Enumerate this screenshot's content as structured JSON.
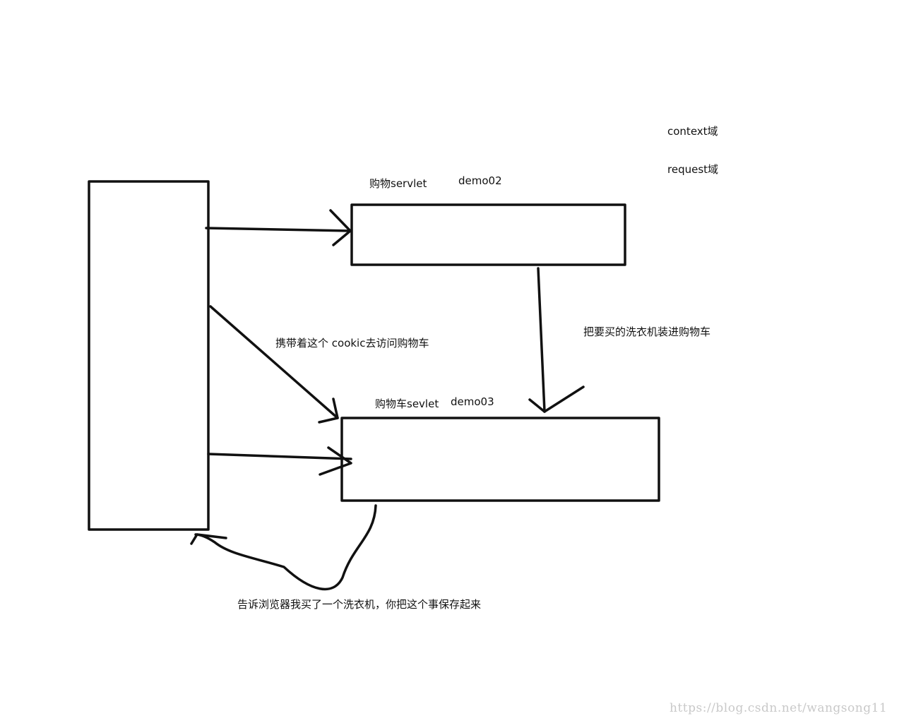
{
  "diagram": {
    "labels": {
      "context_scope": "context域",
      "request_scope": "request域",
      "shopping_servlet": "购物servlet",
      "demo02": "demo02",
      "cart_servlet": "购物车sevlet",
      "demo03": "demo03",
      "add_to_cart": "把要买的洗衣机装进购物车",
      "carry_cookie": "携带着这个 cookic去访问购物车",
      "tell_browser": "告诉浏览器我买了一个洗衣机，你把这个事保存起来"
    },
    "watermark": "https://blog.csdn.net/wangsong11"
  },
  "colors": {
    "ink": "#111111",
    "watermark": "#c9c9c9",
    "background": "#ffffff"
  }
}
